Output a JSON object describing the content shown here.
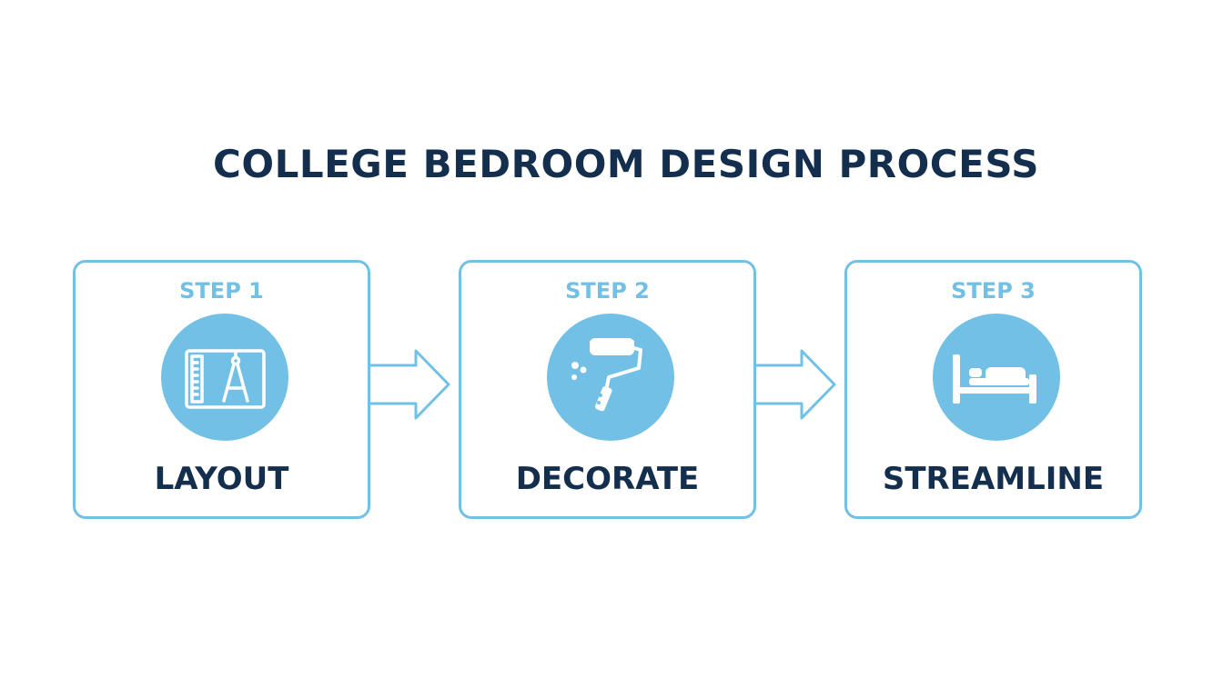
{
  "title": "COLLEGE BEDROOM DESIGN PROCESS",
  "colors": {
    "accent": "#72c0e6",
    "heading": "#142f4d",
    "background": "#ffffff"
  },
  "steps": [
    {
      "label": "STEP 1",
      "name": "LAYOUT",
      "icon": "blueprint-compass-icon"
    },
    {
      "label": "STEP 2",
      "name": "DECORATE",
      "icon": "paint-roller-icon"
    },
    {
      "label": "STEP 3",
      "name": "STREAMLINE",
      "icon": "bed-icon"
    }
  ]
}
